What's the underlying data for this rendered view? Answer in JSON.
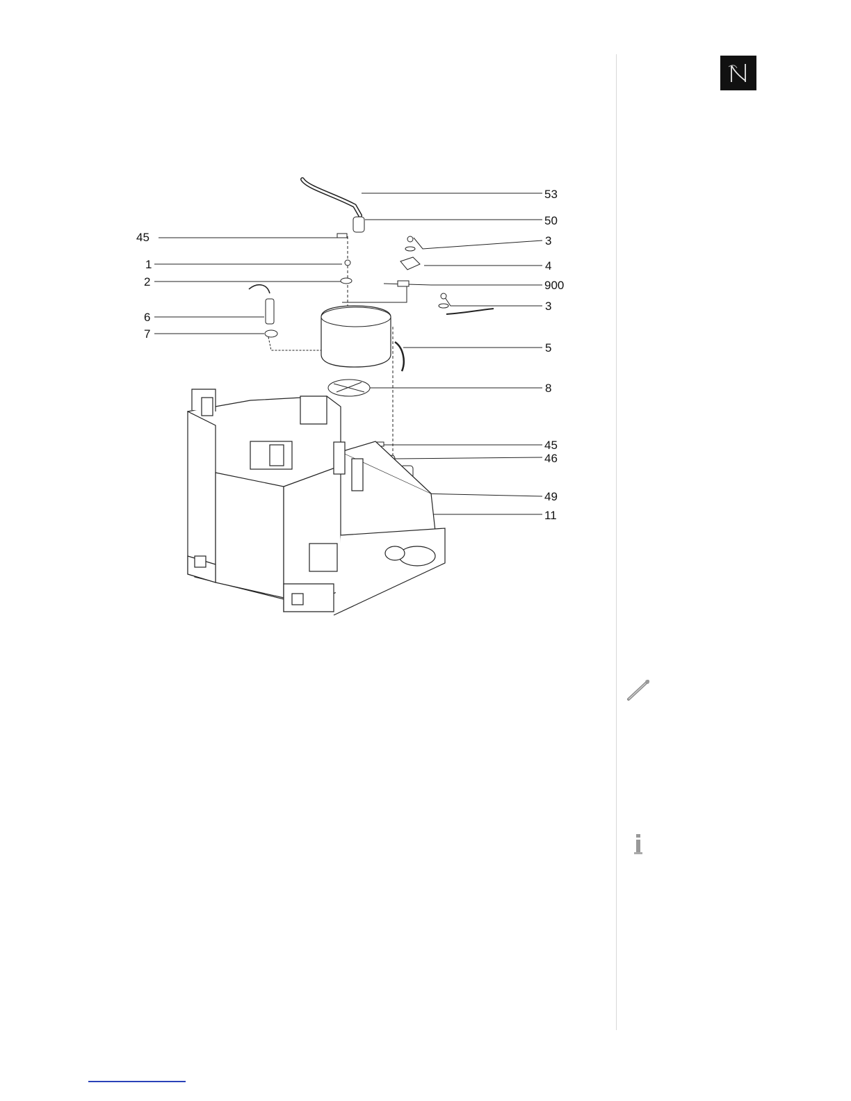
{
  "brand": {
    "logo_icon": "nespresso-n-logo",
    "logo_color": "#111111"
  },
  "diagram": {
    "callouts": [
      "53",
      "50",
      "45",
      "3",
      "1",
      "4",
      "2",
      "900",
      "3",
      "6",
      "7",
      "5",
      "8",
      "45",
      "46",
      "49",
      "11"
    ]
  },
  "sidebar": {
    "icons": [
      "wrench-tool-icon",
      "info-icon"
    ]
  },
  "footer": {
    "link_color": "#2a42b8"
  }
}
